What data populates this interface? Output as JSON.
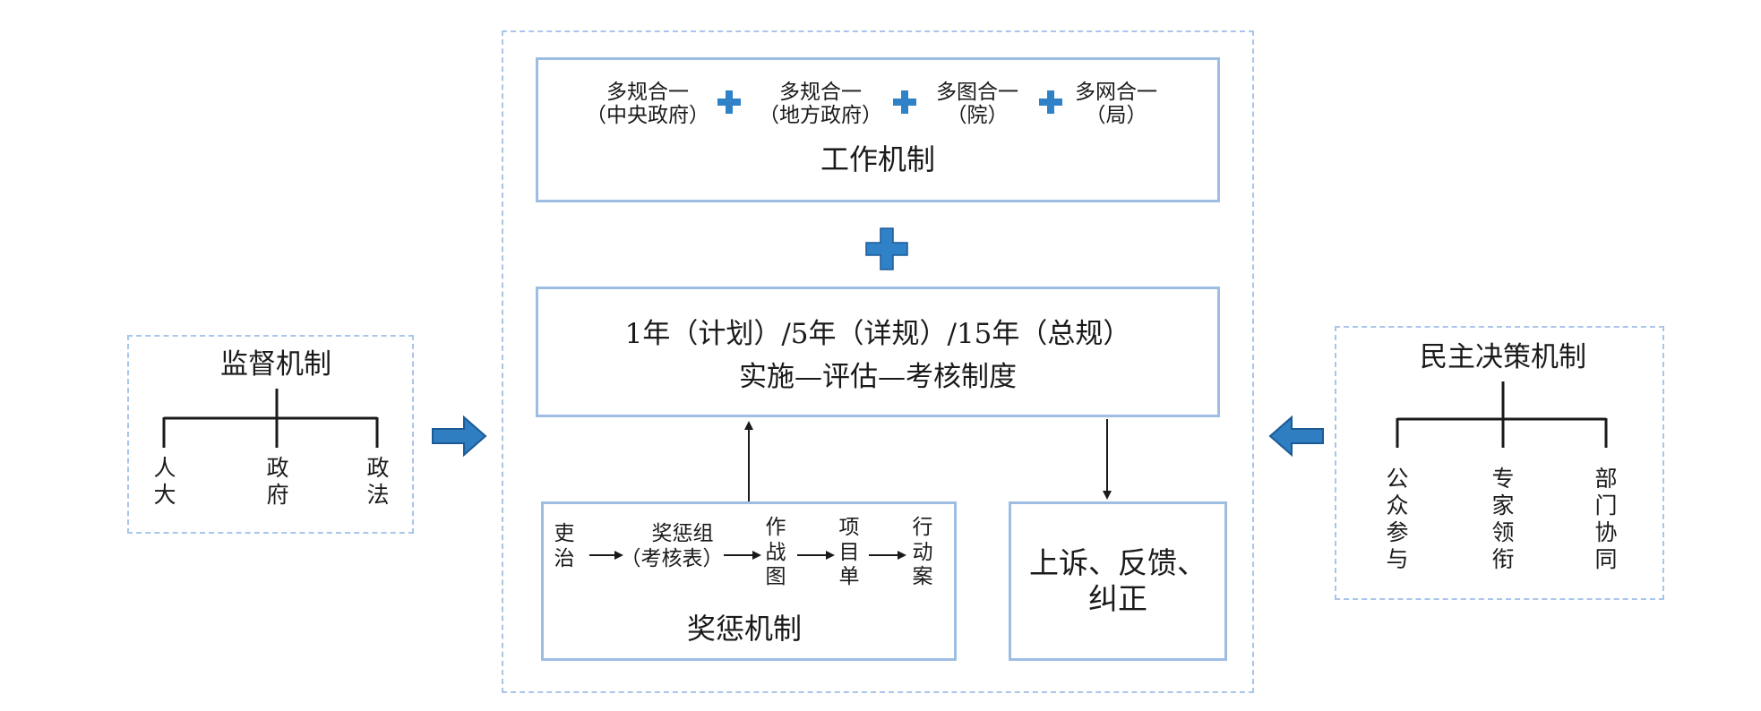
{
  "left": {
    "title": "监督机制",
    "items": [
      "人大",
      "政府",
      "政法"
    ]
  },
  "right": {
    "title": "民主决策机制",
    "items": [
      "公众参与",
      "专家领衔",
      "部门协同"
    ]
  },
  "work": {
    "items": [
      {
        "line1": "多规合一",
        "line2": "（中央政府）"
      },
      {
        "line1": "多规合一",
        "line2": "（地方政府）"
      },
      {
        "line1": "多图合一",
        "line2": "（院）"
      },
      {
        "line1": "多网合一",
        "line2": "（局）"
      }
    ],
    "title": "工作机制"
  },
  "system": {
    "line1": "1年（计划）/5年（详规）/15年（总规）",
    "line2": "实施—评估—考核制度"
  },
  "reward": {
    "steps": [
      "吏治",
      "奖惩组",
      "（考核表）",
      "作战图",
      "项目单",
      "行动案"
    ],
    "title": "奖惩机制"
  },
  "appeal": {
    "line1": "上诉、反馈、",
    "line2": "纠正"
  },
  "colors": {
    "dash": "#a9c6ea",
    "border": "#9dbde3",
    "arrow_fill": "#2e7ec1",
    "arrow_stroke": "#1c5a96",
    "plus": "#2f82c7",
    "line": "#1a1a1a"
  }
}
